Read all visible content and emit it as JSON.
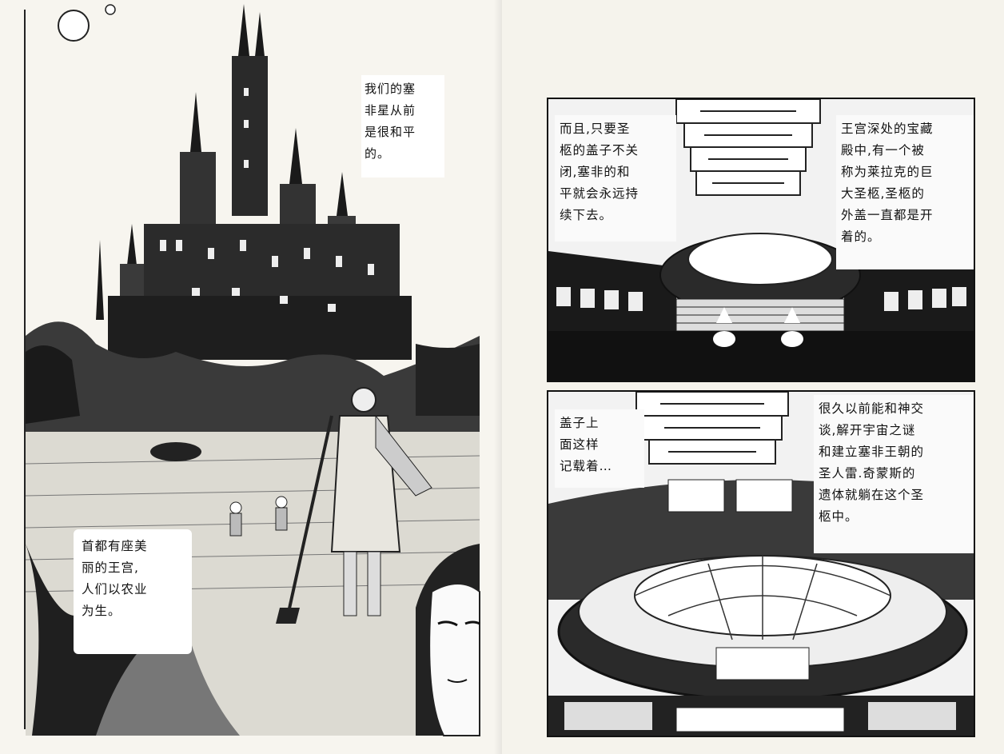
{
  "left_page": {
    "caption_top": "我们的塞\n非星从前\n是很和平\n的。",
    "caption_bottom": "首都有座美\n丽的王宫,\n人们以农业\n为生。"
  },
  "right_page": {
    "panel1": {
      "caption_left": "而且,只要圣\n柩的盖子不关\n闭,塞非的和\n平就会永远持\n续下去。",
      "caption_right": "王宫深处的宝藏\n殿中,有一个被\n称为莱拉克的巨\n大圣柩,圣柩的\n外盖一直都是开\n着的。"
    },
    "panel2": {
      "caption_left": "盖子上\n面这样\n记载着…",
      "caption_right": "很久以前能和神交\n谈,解开宇宙之谜\n和建立塞非王朝的\n圣人雷.奇蒙斯的\n遗体就躺在这个圣\n柩中。"
    }
  }
}
